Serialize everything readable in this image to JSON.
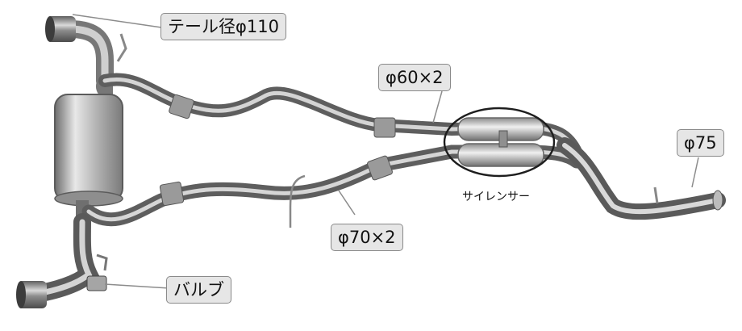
{
  "photo": {
    "subject": "exhaust-system",
    "colors": {
      "background": "#ffffff",
      "steel_light": "#e4e4e4",
      "steel_mid": "#a9a9a9",
      "steel_dark": "#6b6b6b",
      "callout_fill": "#e6e6e6",
      "callout_border": "#8a8a8a"
    }
  },
  "callouts": {
    "tail": "テール径φ110",
    "pipe_upper": "φ60×2",
    "outlet": "φ75",
    "pipe_lower": "φ70×2",
    "valve": "バルブ"
  },
  "labels": {
    "silencer": "サイレンサー"
  }
}
